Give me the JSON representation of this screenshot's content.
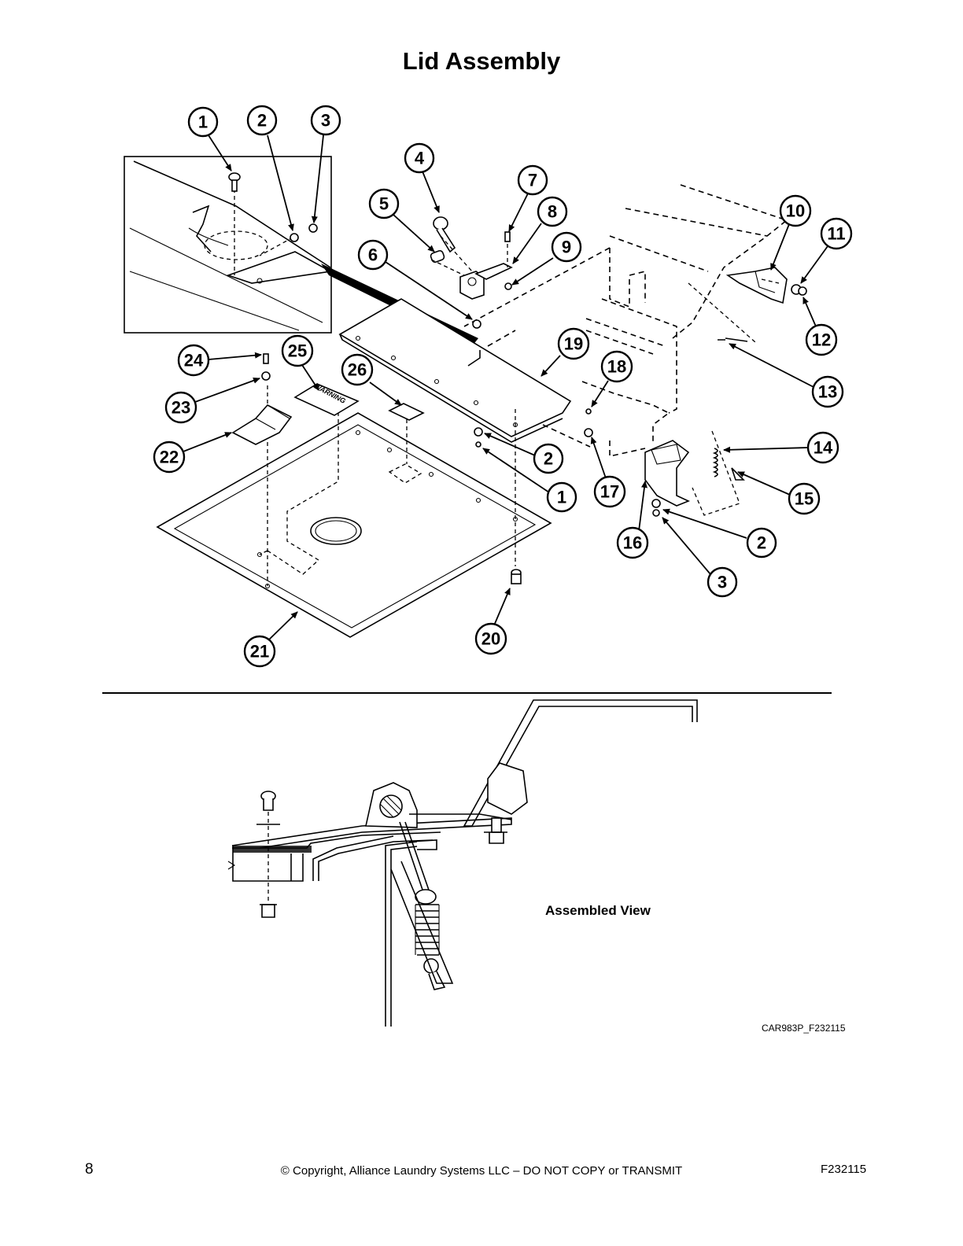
{
  "title": "Lid Assembly",
  "callouts": [
    "1",
    "2",
    "3",
    "4",
    "5",
    "6",
    "7",
    "8",
    "9",
    "10",
    "11",
    "12",
    "13",
    "14",
    "15",
    "16",
    "17",
    "18",
    "19",
    "20",
    "21",
    "22",
    "23",
    "24",
    "25",
    "26"
  ],
  "warning_label": "WARNING",
  "assembled_view_label": "Assembled View",
  "drawing_code": "CAR983P_F232115",
  "footer": {
    "page_number": "8",
    "copyright": "© Copyright, Alliance Laundry Systems LLC – DO NOT COPY or TRANSMIT",
    "doc_code": "F232115"
  }
}
